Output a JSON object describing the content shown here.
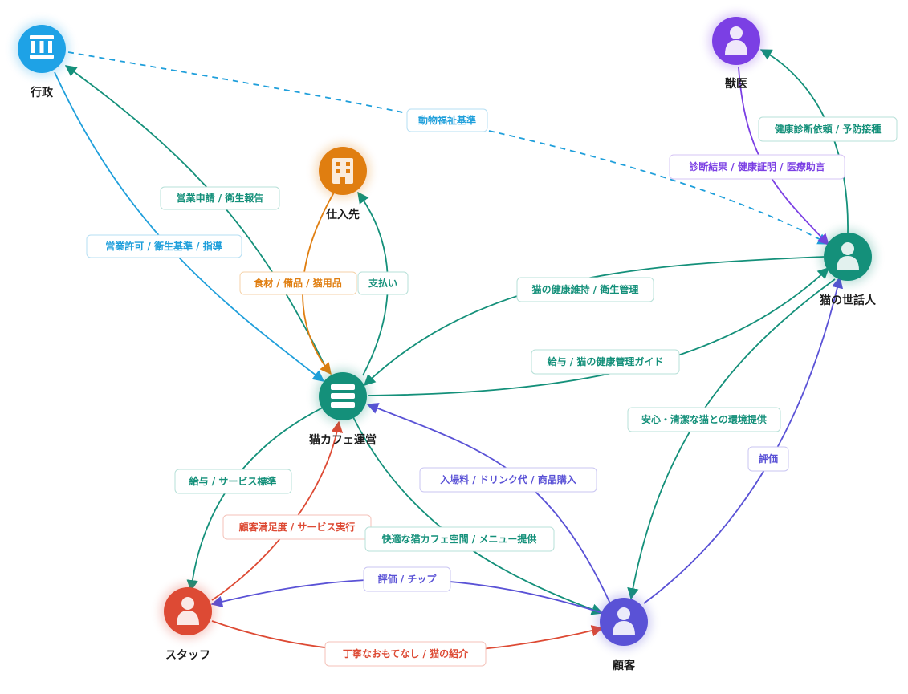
{
  "colors": {
    "teal": "#14907A",
    "blue": "#1F9FDB",
    "orange": "#E07E10",
    "purple": "#7B3FE4",
    "indigo": "#5A52D6",
    "red": "#DD4A34"
  },
  "nodes": {
    "gyosei": {
      "label": "行政",
      "icon": "government-icon",
      "color": "#1EA2E6"
    },
    "shiiresaki": {
      "label": "仕入先",
      "icon": "building-icon",
      "color": "#E07E10"
    },
    "juui": {
      "label": "獣医",
      "icon": "person-icon",
      "color": "#7B3FE4"
    },
    "sewanin": {
      "label": "猫の世話人",
      "icon": "person-icon",
      "color": "#14907A"
    },
    "cafe": {
      "label": "猫カフェ運営",
      "icon": "database-icon",
      "color": "#14907A"
    },
    "staff": {
      "label": "スタッフ",
      "icon": "person-icon",
      "color": "#DD4A34"
    },
    "kokyaku": {
      "label": "顧客",
      "icon": "person-icon",
      "color": "#5A52D6"
    }
  },
  "edges": {
    "welfare_standard": "動物福祉基準",
    "business_application": "営業申請 / 衛生報告",
    "business_permit": "営業許可 / 衛生基準 / 指導",
    "supplies": "食材 / 備品 / 猫用品",
    "payment": "支払い",
    "checkup_request": "健康診断依頼 / 予防接種",
    "diagnosis": "診断結果 / 健康証明 / 医療助言",
    "cat_health": "猫の健康維持 / 衛生管理",
    "salary_guide": "給与 / 猫の健康管理ガイド",
    "safe_environment": "安心・清潔な猫との環境提供",
    "rating_caretaker": "評価",
    "salary_service": "給与 / サービス標準",
    "entrance_fee": "入場料 / ドリンク代 / 商品購入",
    "satisfaction": "顧客満足度 / サービス実行",
    "cafe_space": "快適な猫カフェ空間 / メニュー提供",
    "rating_tip": "評価 / チップ",
    "hospitality": "丁寧なおもてなし / 猫の紹介"
  }
}
